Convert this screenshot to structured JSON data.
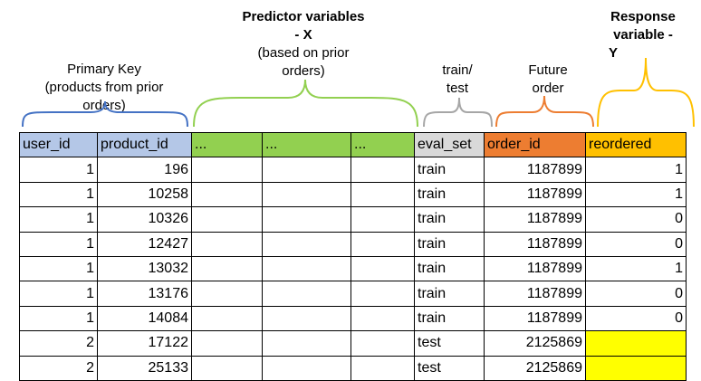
{
  "annotations": {
    "primary_key": [
      "Primary Key",
      "(products from prior",
      "orders)"
    ],
    "predictor": {
      "title": [
        "Predictor variables",
        "- X"
      ],
      "sub": [
        "(based on prior",
        "orders)"
      ]
    },
    "train_test": [
      "train/",
      "test"
    ],
    "future_order": [
      "Future",
      "order"
    ],
    "response": [
      "Response",
      "variable -",
      "Y"
    ]
  },
  "colors": {
    "key_blue": "#b4c7e7",
    "predictor_green": "#92d050",
    "eval_grey": "#d9d9d9",
    "order_orange": "#ed7d31",
    "response_amber": "#ffc000",
    "missing_yellow": "#ffff00",
    "brace_blue": "#4472c4",
    "brace_green": "#92d050",
    "brace_grey": "#a6a6a6",
    "brace_orange": "#ed7d31",
    "brace_amber": "#ffc000"
  },
  "table": {
    "headers": [
      "user_id",
      "product_id",
      "...",
      "...",
      "...",
      "eval_set",
      "order_id",
      "reordered"
    ],
    "rows": [
      [
        "1",
        "196",
        "",
        "",
        "",
        "train",
        "1187899",
        "1"
      ],
      [
        "1",
        "10258",
        "",
        "",
        "",
        "train",
        "1187899",
        "1"
      ],
      [
        "1",
        "10326",
        "",
        "",
        "",
        "train",
        "1187899",
        "0"
      ],
      [
        "1",
        "12427",
        "",
        "",
        "",
        "train",
        "1187899",
        "0"
      ],
      [
        "1",
        "13032",
        "",
        "",
        "",
        "train",
        "1187899",
        "1"
      ],
      [
        "1",
        "13176",
        "",
        "",
        "",
        "train",
        "1187899",
        "0"
      ],
      [
        "1",
        "14084",
        "",
        "",
        "",
        "train",
        "1187899",
        "0"
      ],
      [
        "2",
        "17122",
        "",
        "",
        "",
        "test",
        "2125869",
        ""
      ],
      [
        "2",
        "25133",
        "",
        "",
        "",
        "test",
        "2125869",
        ""
      ]
    ]
  }
}
